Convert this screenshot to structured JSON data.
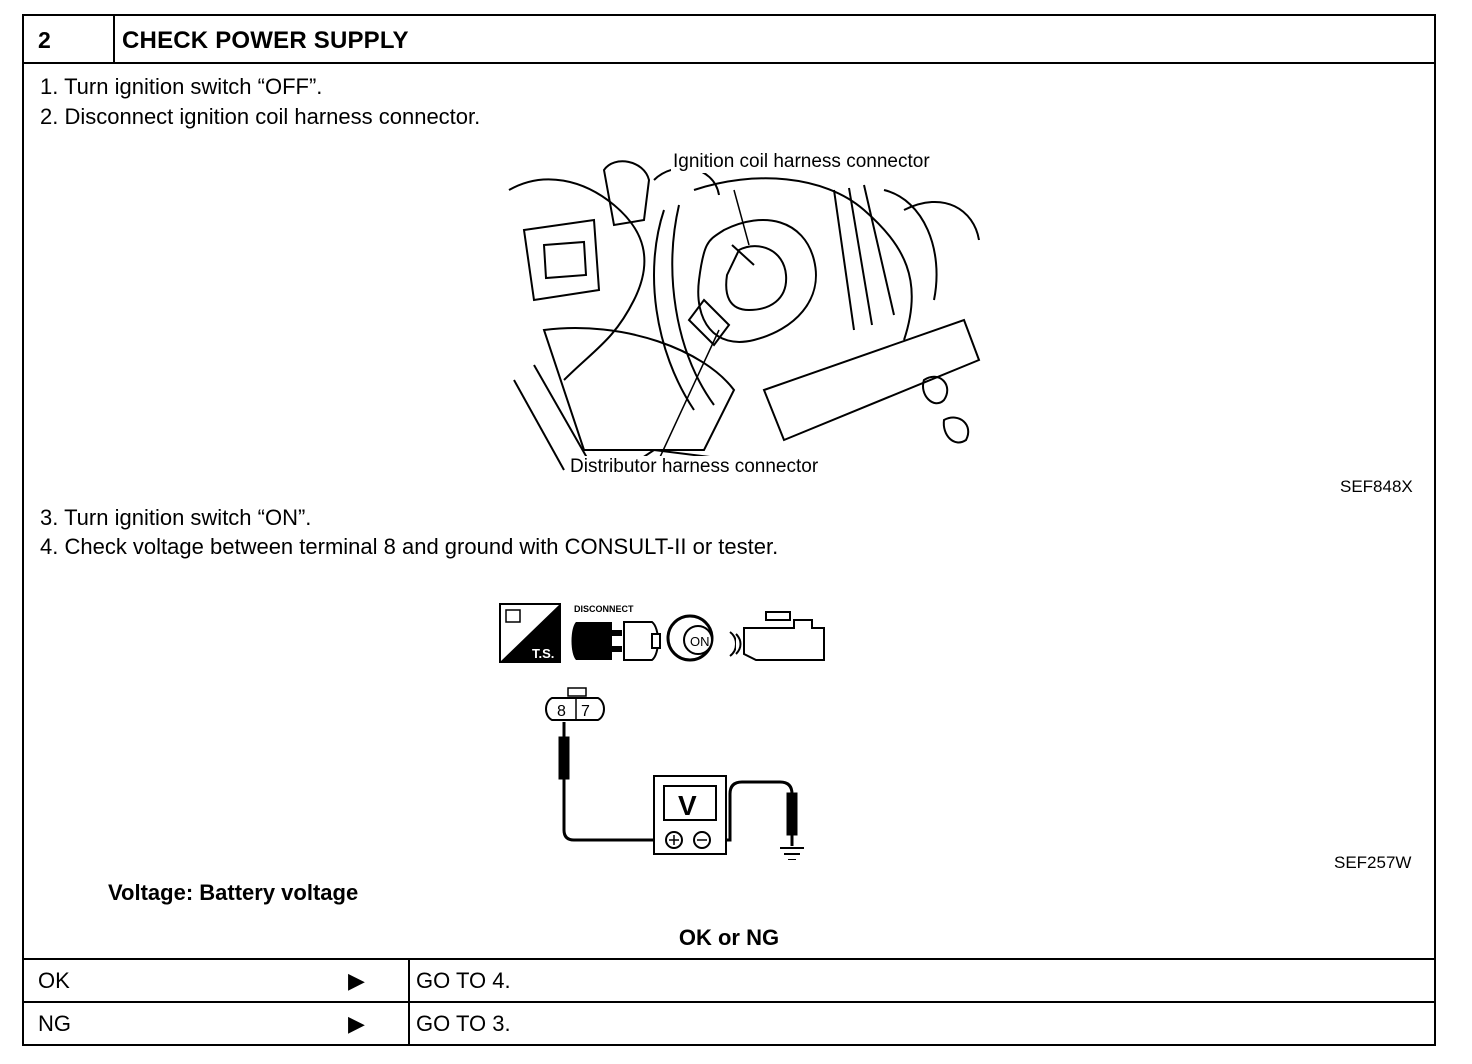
{
  "header": {
    "step_number": "2",
    "title": "CHECK POWER SUPPLY"
  },
  "instructions": [
    "1.  Turn ignition switch “OFF”.",
    "2.  Disconnect ignition coil harness connector.",
    "3.  Turn ignition switch “ON”.",
    "4.  Check voltage between terminal 8 and ground with CONSULT-II or tester."
  ],
  "figure1": {
    "callout_top": "Ignition coil harness connector",
    "callout_bottom": "Distributor harness connector",
    "ref": "SEF848X"
  },
  "figure2": {
    "icon_ts_label": "T.S.",
    "icon_disconnect_label": "DISCONNECT",
    "icon_key_label": "ON",
    "terminal_left": "8",
    "terminal_right": "7",
    "meter_label": "V",
    "ref": "SEF257W"
  },
  "spec": "Voltage: Battery voltage",
  "result_header": "OK or NG",
  "results": [
    {
      "label": "OK",
      "arrow": "▶",
      "action": "GO TO 4."
    },
    {
      "label": "NG",
      "arrow": "▶",
      "action": "GO TO 3."
    }
  ]
}
